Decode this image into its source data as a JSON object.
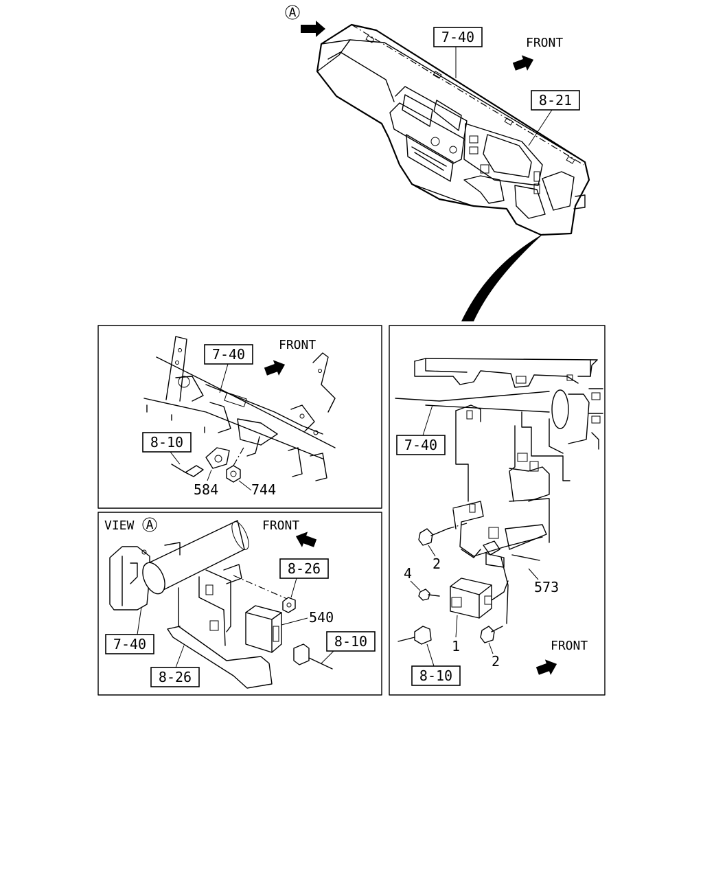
{
  "top": {
    "view_marker": "A",
    "front_label": "FRONT",
    "ref_7_40": "7-40",
    "ref_8_21": "8-21"
  },
  "panel_left_top": {
    "front_label": "FRONT",
    "ref_7_40": "7-40",
    "ref_8_10": "8-10",
    "part_584": "584",
    "part_744": "744"
  },
  "panel_left_bottom": {
    "view_title": "VIEW",
    "view_marker": "A",
    "front_label": "FRONT",
    "ref_8_26_top": "8-26",
    "part_540": "540",
    "ref_8_10": "8-10",
    "ref_7_40": "7-40",
    "ref_8_26_bottom": "8-26"
  },
  "panel_right": {
    "ref_7_40": "7-40",
    "part_2_top": "2",
    "part_4": "4",
    "part_573": "573",
    "part_1": "1",
    "part_2_bottom": "2",
    "front_label": "FRONT",
    "ref_8_10": "8-10"
  }
}
